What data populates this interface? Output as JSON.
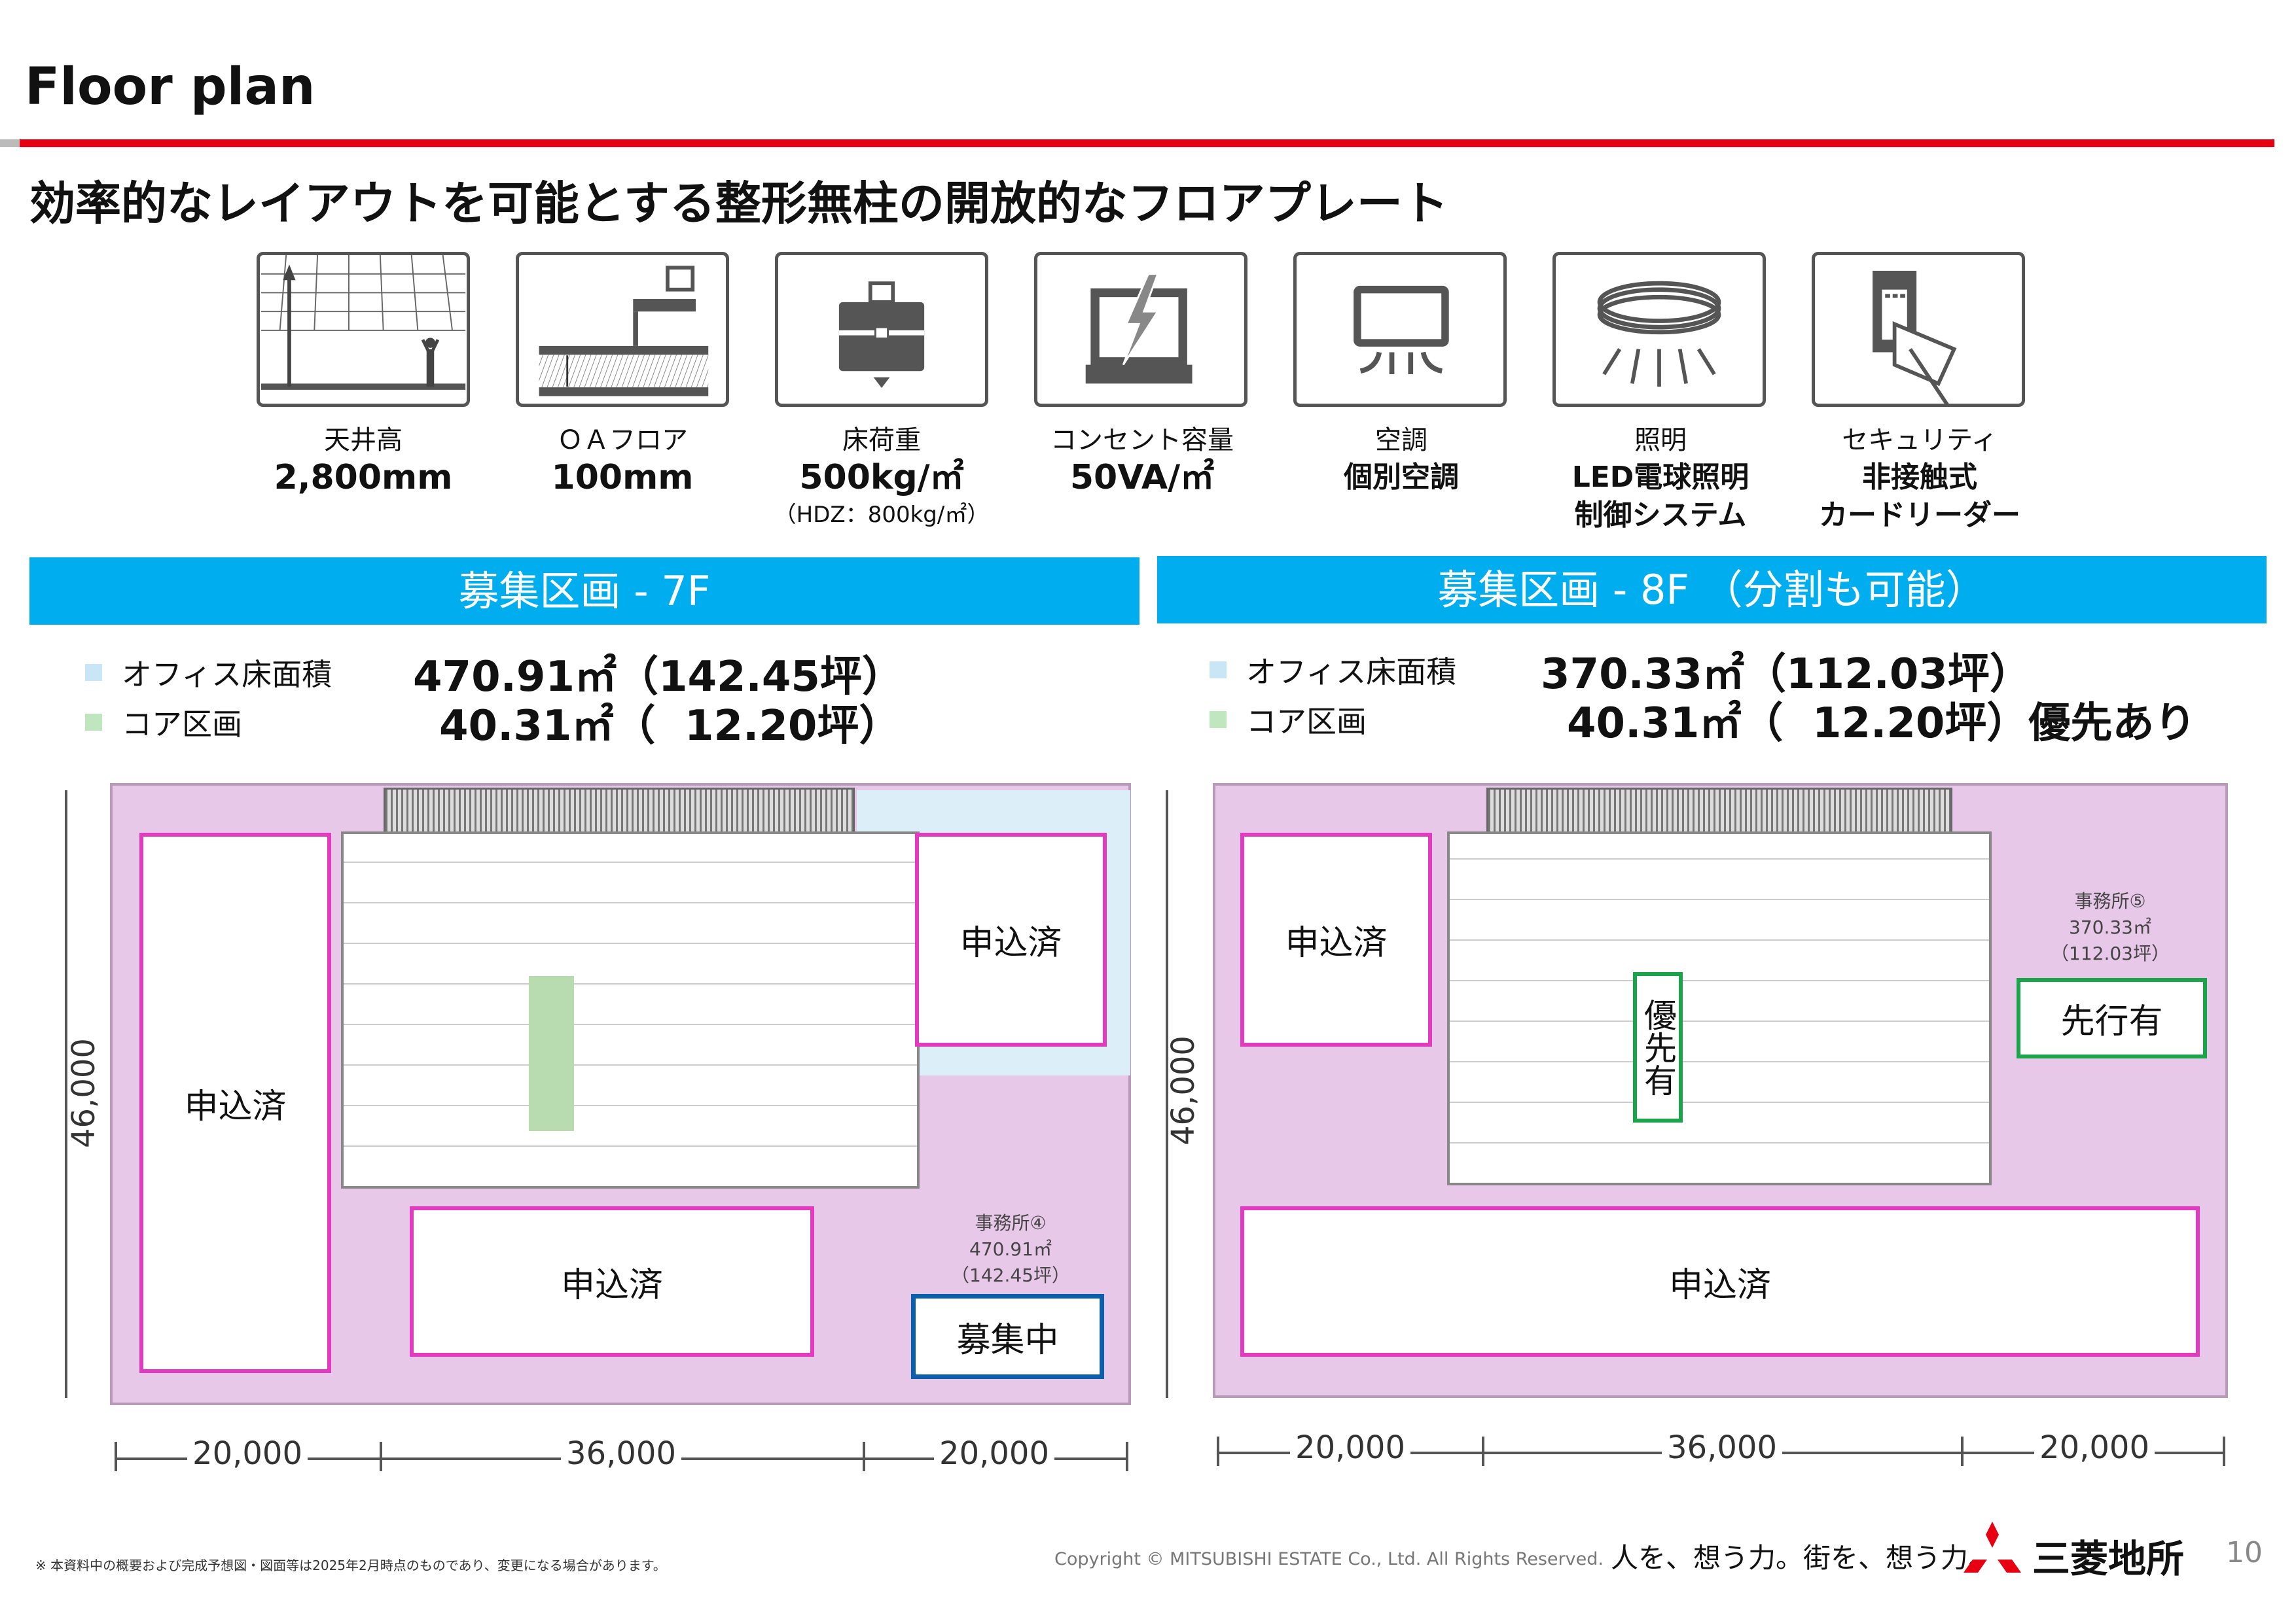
{
  "header": {
    "title": "Floor plan",
    "subtitle": "効率的なレイアウトを可能とする整形無柱の開放的なフロアプレート"
  },
  "specs": [
    {
      "icon": "ceiling-height-icon",
      "label": "天井高",
      "value": "2,800mm"
    },
    {
      "icon": "oa-floor-icon",
      "label": "ＯＡフロア",
      "value": "100mm"
    },
    {
      "icon": "floor-load-icon",
      "label": "床荷重",
      "value": "500kg/㎡",
      "note": "（HDZ：800kg/㎡）"
    },
    {
      "icon": "outlet-capacity-icon",
      "label": "コンセント容量",
      "value": "50VA/㎡"
    },
    {
      "icon": "air-conditioning-icon",
      "label": "空調",
      "value": "個別空調"
    },
    {
      "icon": "lighting-icon",
      "label": "照明",
      "value": "LED電球照明",
      "value2": "制御システム"
    },
    {
      "icon": "security-card-icon",
      "label": "セキュリティ",
      "value": "非接触式",
      "value2": "カードリーダー"
    }
  ],
  "floor7": {
    "header": "募集区画 - 7F",
    "office_label": "オフィス床面積",
    "office_value": "470.91㎡（142.45坪）",
    "core_label": "コア区画",
    "core_value": "40.31㎡（  12.20坪）",
    "plan": {
      "box1": "申込済",
      "box2": "申込済",
      "box3": "申込済",
      "recruit": "募集中",
      "office_name": "事務所④",
      "office_area": "470.91㎡",
      "office_tsubo": "（142.45坪）",
      "dim_v": "46,000",
      "dim1": "20,000",
      "dim2": "36,000",
      "dim3": "20,000"
    }
  },
  "floor8": {
    "header": "募集区画 - 8F （分割も可能）",
    "office_label": "オフィス床面積",
    "office_value": "370.33㎡（112.03坪）",
    "core_label": "コア区画",
    "core_value": "40.31㎡（  12.20坪）優先あり",
    "plan": {
      "box1": "申込済",
      "box2": "申込済",
      "priority": "優先有",
      "advance": "先行有",
      "office_name": "事務所⑤",
      "office_area": "370.33㎡",
      "office_tsubo": "（112.03坪）",
      "dim_v": "46,000",
      "dim1": "20,000",
      "dim2": "36,000",
      "dim3": "20,000"
    }
  },
  "footer": {
    "note": "※ 本資料中の概要および完成予想図・図面等は2025年2月時点のものであり、変更になる場合があります。",
    "copyright": "Copyright © MITSUBISHI ESTATE Co., Ltd. All Rights Reserved.",
    "slogan": "人を、想う力。街を、想う力。",
    "logo_text": "三菱地所",
    "page": "10"
  },
  "colors": {
    "accent_red": "#e60012",
    "bar_blue": "#00aeef",
    "office_square": "#c9e6f7",
    "core_square": "#bfe6bf",
    "applied": "#e33bc0",
    "priority": "#1aa54a",
    "recruiting": "#0b5fad",
    "floor_pink": "#e8c8e8"
  }
}
